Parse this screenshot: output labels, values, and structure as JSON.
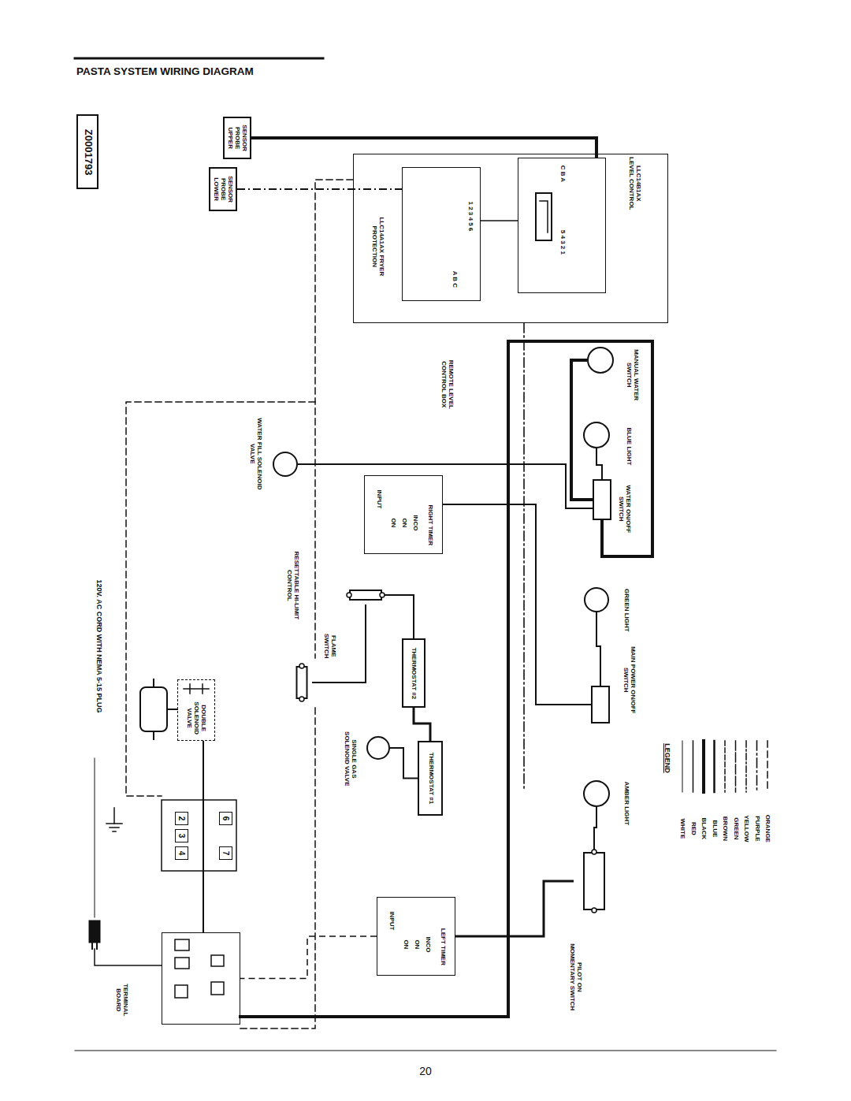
{
  "diagram": {
    "title": "PASTA SYSTEM WIRING DIAGRAM",
    "nodes": [
      {
        "text": [
          "Z0001793"
        ]
      },
      {
        "text": [
          "SENSOR PROBE UPPER"
        ]
      },
      {
        "text": [
          "SENSOR PROBE LOWER"
        ]
      },
      {
        "text": [
          "REMOTE LEVEL CONTROL BOX"
        ]
      },
      {
        "text": [
          "LLC14A1AX FRYER PROTECTION"
        ],
        "in": 3
      },
      {
        "text": [
          "LLC14B1AX LEVEL CONTROL"
        ],
        "in": 3
      },
      {
        "text": [
          "MANUAL WATER SWITCH"
        ]
      },
      {
        "text": [
          "BLUE LIGHT"
        ]
      },
      {
        "text": [
          "WATER ON/OFF SWITCH"
        ]
      },
      {
        "text": [
          "WATER FILL SOLENOID VALVE"
        ]
      },
      {
        "text": [
          "INPUT",
          "ON",
          "ON",
          "INCO",
          "RIGHT TIMER"
        ]
      },
      {
        "text": [
          "RESETTABLE HI-LIMIT CONTROL"
        ]
      },
      {
        "text": [
          "FLAME SWITCH"
        ]
      },
      {
        "text": [
          "THERMOSTAT #2"
        ]
      },
      {
        "text": [
          "THERMOSTAT #1"
        ]
      },
      {
        "text": [
          "SINGLE GAS SOLENOID VALVE"
        ]
      },
      {
        "text": [
          "GREEN LIGHT"
        ]
      },
      {
        "text": [
          "MAIN POWER ON/OFF SWITCH"
        ]
      },
      {
        "text": [
          "AMBER LIGHT"
        ]
      },
      {
        "text": [
          "PILOT ON MOMENTARY SWITCH"
        ]
      },
      {
        "text": [
          "INPUT",
          "ON",
          "ON",
          "INCO",
          "LEFT TIMER"
        ]
      },
      {
        "text": [
          "TERMINAL BOARD"
        ]
      },
      {
        "text": [
          "DOUBLE SOLENOID VALVE"
        ]
      },
      {
        "text": [
          "2"
        ]
      },
      {
        "text": [
          "3"
        ]
      },
      {
        "text": [
          "4"
        ]
      },
      {
        "text": [
          "6"
        ]
      },
      {
        "text": [
          "7"
        ]
      }
    ],
    "edges": [
      {
        "from": 1,
        "to": 5,
        "arrow": "none"
      },
      {
        "from": 2,
        "to": 4,
        "arrow": "none"
      },
      {
        "from": 6,
        "to": 8,
        "arrow": "none"
      },
      {
        "from": 7,
        "to": 8,
        "arrow": "none"
      },
      {
        "from": 9,
        "to": 8,
        "arrow": "none"
      },
      {
        "from": 16,
        "to": 17,
        "arrow": "none"
      },
      {
        "from": 18,
        "to": 19,
        "arrow": "none"
      },
      {
        "from": 13,
        "to": 14,
        "arrow": "none"
      },
      {
        "from": 11,
        "to": 12,
        "arrow": "none"
      },
      {
        "from": 15,
        "to": 14,
        "arrow": "none"
      },
      {
        "from": 12,
        "to": 13,
        "arrow": "none"
      },
      {
        "from": 20,
        "to": 21,
        "arrow": "none"
      },
      {
        "from": 22,
        "to": 21,
        "arrow": "none"
      },
      {
        "from": 10,
        "to": 17,
        "arrow": "none"
      },
      {
        "from": 19,
        "to": 20,
        "arrow": "none"
      },
      {
        "from": 4,
        "to": 5,
        "arrow": "none"
      }
    ],
    "labels": [
      "120V. AC CORD WITH NEMA 5-15 PLUG",
      "1 2 3 4 5 6",
      "A B C",
      "C B A",
      "5 4 3 2 1",
      "LEGEND",
      "20"
    ],
    "legend": [
      {
        "text": "WHITE"
      },
      {
        "text": "RED"
      },
      {
        "text": "BLACK"
      },
      {
        "text": "BLUE"
      },
      {
        "text": "BROWN"
      },
      {
        "text": "GREEN"
      },
      {
        "text": "YELLOW"
      },
      {
        "text": "PURPLE"
      },
      {
        "text": "ORANGE"
      }
    ]
  }
}
